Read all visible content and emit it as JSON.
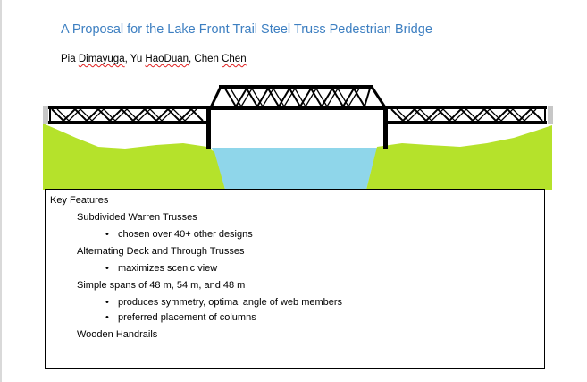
{
  "document": {
    "title": "A Proposal for the Lake Front Trail Steel Truss Pedestrian Bridge",
    "authors": {
      "name1": "Pia",
      "name1_flagged": "Dimayuga",
      "separator1": ", Yu ",
      "name2_flagged": "HaoDuan",
      "separator2": ", Chen ",
      "name3_flagged": "Chen"
    }
  },
  "colors": {
    "title": "#3d7fc1",
    "grass": "#b5e22b",
    "water": "#8fd6ea",
    "truss": "#000000",
    "spellcheck": "#e02020"
  },
  "key_features": {
    "heading": "Key Features",
    "items": [
      {
        "label": "Subdivided Warren Trusses",
        "subs": [
          "chosen over 40+ other designs"
        ]
      },
      {
        "label": "Alternating Deck and Through Trusses",
        "subs": [
          "maximizes scenic view"
        ]
      },
      {
        "label": "Simple spans of 48 m, 54 m, and 48 m",
        "subs": [
          "produces symmetry, optimal angle of web members",
          "preferred placement of columns"
        ]
      },
      {
        "label": "Wooden Handrails",
        "subs": []
      }
    ],
    "bullet": "•"
  }
}
